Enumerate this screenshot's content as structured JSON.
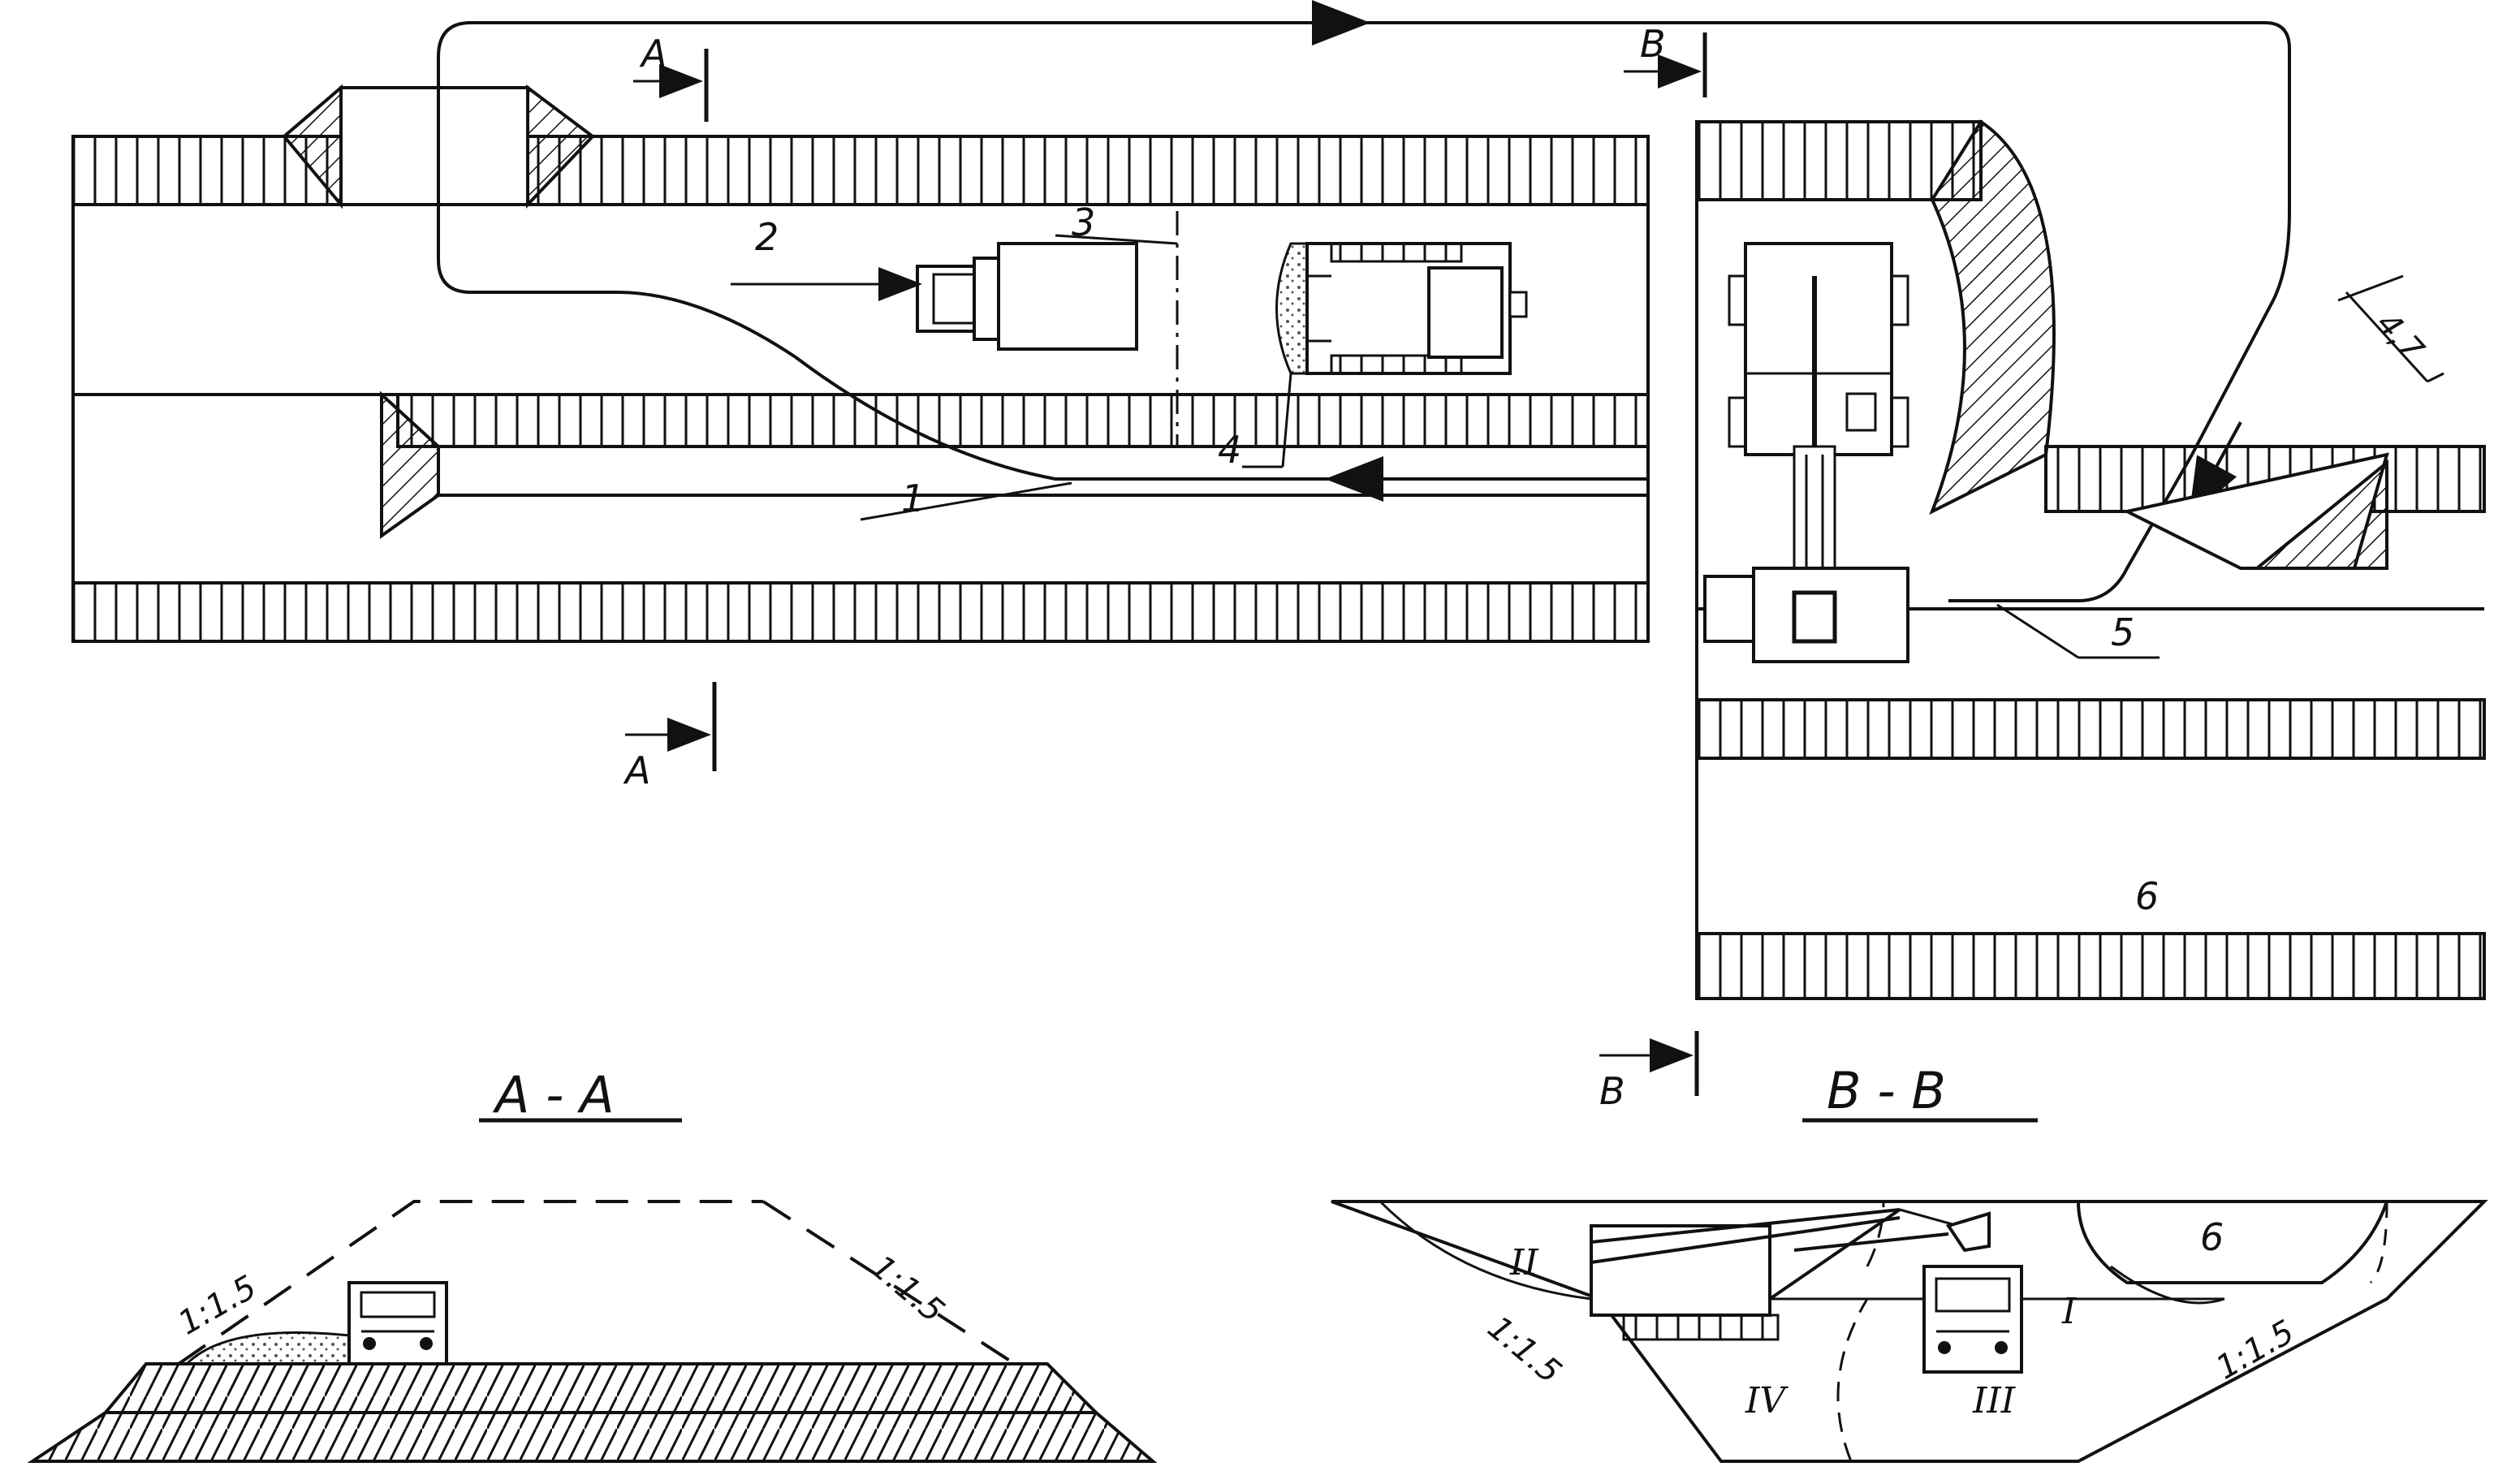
{
  "labels": {
    "n1": "1",
    "n2": "2",
    "n3": "3",
    "n4": "4",
    "n5": "5",
    "n6_plan": "6",
    "dim_47": "4,7",
    "sec_a_top": "A",
    "sec_a_bottom": "A",
    "sec_b_top": "B",
    "sec_b_bottom": "B",
    "title_aa": "A - A",
    "title_bb": "B - B",
    "slope_aa_left": "1:1.5",
    "slope_aa_right": "1:1.5",
    "slope_bb_left": "1:1.5",
    "slope_bb_right": "1:1.5",
    "zone_1": "I",
    "zone_2": "II",
    "zone_3": "III",
    "zone_4": "IV",
    "zone_6": "6"
  },
  "colors": {
    "line": "#111111",
    "paper": "#ffffff",
    "soil": "#8a8a8a"
  },
  "icons": {
    "dump_truck": "dump-truck-icon",
    "bulldozer": "bulldozer-icon",
    "excavator": "excavator-icon"
  }
}
